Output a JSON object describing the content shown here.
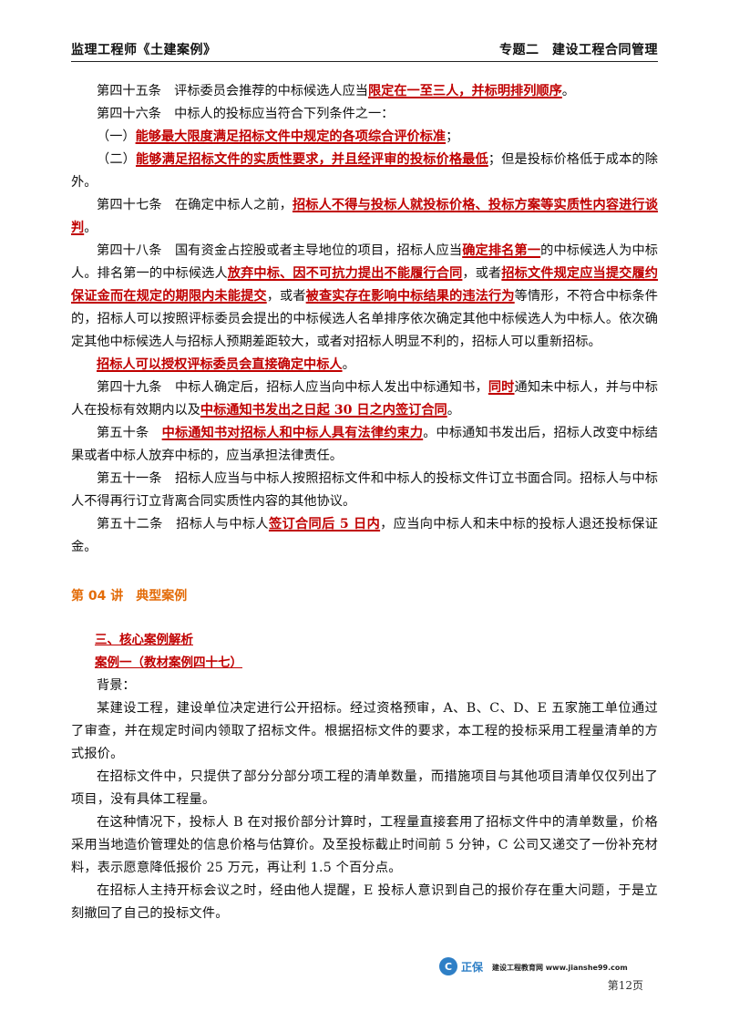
{
  "header": {
    "left": "监理工程师《土建案例》",
    "right": "专题二　建设工程合同管理"
  },
  "articles": {
    "a45_pre": "第四十五条　评标委员会推荐的中标候选人应当",
    "a45_em": "限定在一至三人，并标明排列顺序",
    "a45_post": "。",
    "a46": "第四十六条　中标人的投标应当符合下列条件之一：",
    "c1_pre": "（一）",
    "c1_em": "能够最大限度满足招标文件中规定的各项综合评价标准",
    "c1_post": "；",
    "c2_pre": "（二）",
    "c2_em": "能够满足招标文件的实质性要求，并且经评审的投标价格最低",
    "c2_post": "；但是投标价格低于成本的除外。",
    "a47_pre": "第四十七条　在确定中标人之前，",
    "a47_em": "招标人不得与投标人就投标价格、投标方案等实质性内容进行谈判",
    "a47_post": "。",
    "a48_pre": "第四十八条　国有资金占控股或者主导地位的项目，招标人应当",
    "a48_em1": "确定排名第一",
    "a48_mid1": "的中标候选人为中标人。排名第一的中标候选人",
    "a48_em2": "放弃中标、因不可抗力提出不能履行合同",
    "a48_mid2": "，或者",
    "a48_em3": "招标文件规定应当提交履约保证金而在规定的期限内未能提交",
    "a48_mid3": "，或者",
    "a48_em4": "被查实存在影响中标结果的违法行为",
    "a48_post": "等情形，不符合中标条件的，招标人可以按照评标委员会提出的中标候选人名单排序依次确定其他中标候选人为中标人。依次确定其他中标候选人与招标人预期差距较大，或者对招标人明显不利的，招标人可以重新招标。",
    "auth_em": "招标人可以授权评标委员会直接确定中标人",
    "auth_post": "。",
    "a49_pre": "第四十九条　中标人确定后，招标人应当向中标人发出中标通知书，",
    "a49_em1": "同时",
    "a49_mid": "通知未中标人，并与中标人在投标有效期内以及",
    "a49_em2": "中标通知书发出之日起 30 日之内签订合同",
    "a49_post": "。",
    "a50_pre": "第五十条　",
    "a50_em": "中标通知书对招标人和中标人具有法律约束力",
    "a50_post": "。中标通知书发出后，招标人改变中标结果或者中标人放弃中标的，应当承担法律责任。",
    "a51": "第五十一条　招标人应当与中标人按照招标文件和中标人的投标文件订立书面合同。招标人与中标人不得再行订立背离合同实质性内容的其他协议。",
    "a52_pre": "第五十二条　招标人与中标人",
    "a52_em": "签订合同后 5 日内",
    "a52_post": "，应当向中标人和未中标的投标人退还投标保证金。"
  },
  "lecture": {
    "heading": "第 04 讲　典型案例"
  },
  "case": {
    "section": "三、核心案例解析",
    "title": "案例一（教材案例四十七）",
    "background_label": "背景：",
    "p1": "某建设工程，建设单位决定进行公开招标。经过资格预审，A、B、C、D、E 五家施工单位通过了审查，并在规定时间内领取了招标文件。根据招标文件的要求，本工程的投标采用工程量清单的方式报价。",
    "p2": "在招标文件中，只提供了部分分部分项工程的清单数量，而措施项目与其他项目清单仅仅列出了项目，没有具体工程量。",
    "p3": "在这种情况下，投标人 B 在对报价部分计算时，工程量直接套用了招标文件中的清单数量，价格采用当地造价管理处的信息价格与估算价。及至投标截止时间前 5 分钟，C 公司又递交了一份补充材料，表示愿意降低报价 25 万元，再让利 1.5 个百分点。",
    "p4": "在招标人主持开标会议之时，经由他人提醒，E 投标人意识到自己的报价存在重大问题，于是立刻撤回了自己的投标文件。"
  },
  "footer": {
    "logo_char": "C",
    "brand": "正保",
    "site": "建设工程教育网 www.jianshe99.com",
    "page": "第12页"
  },
  "colors": {
    "emphasis": "#c00000",
    "heading": "#e36c09",
    "brand": "#2e7fc6"
  }
}
